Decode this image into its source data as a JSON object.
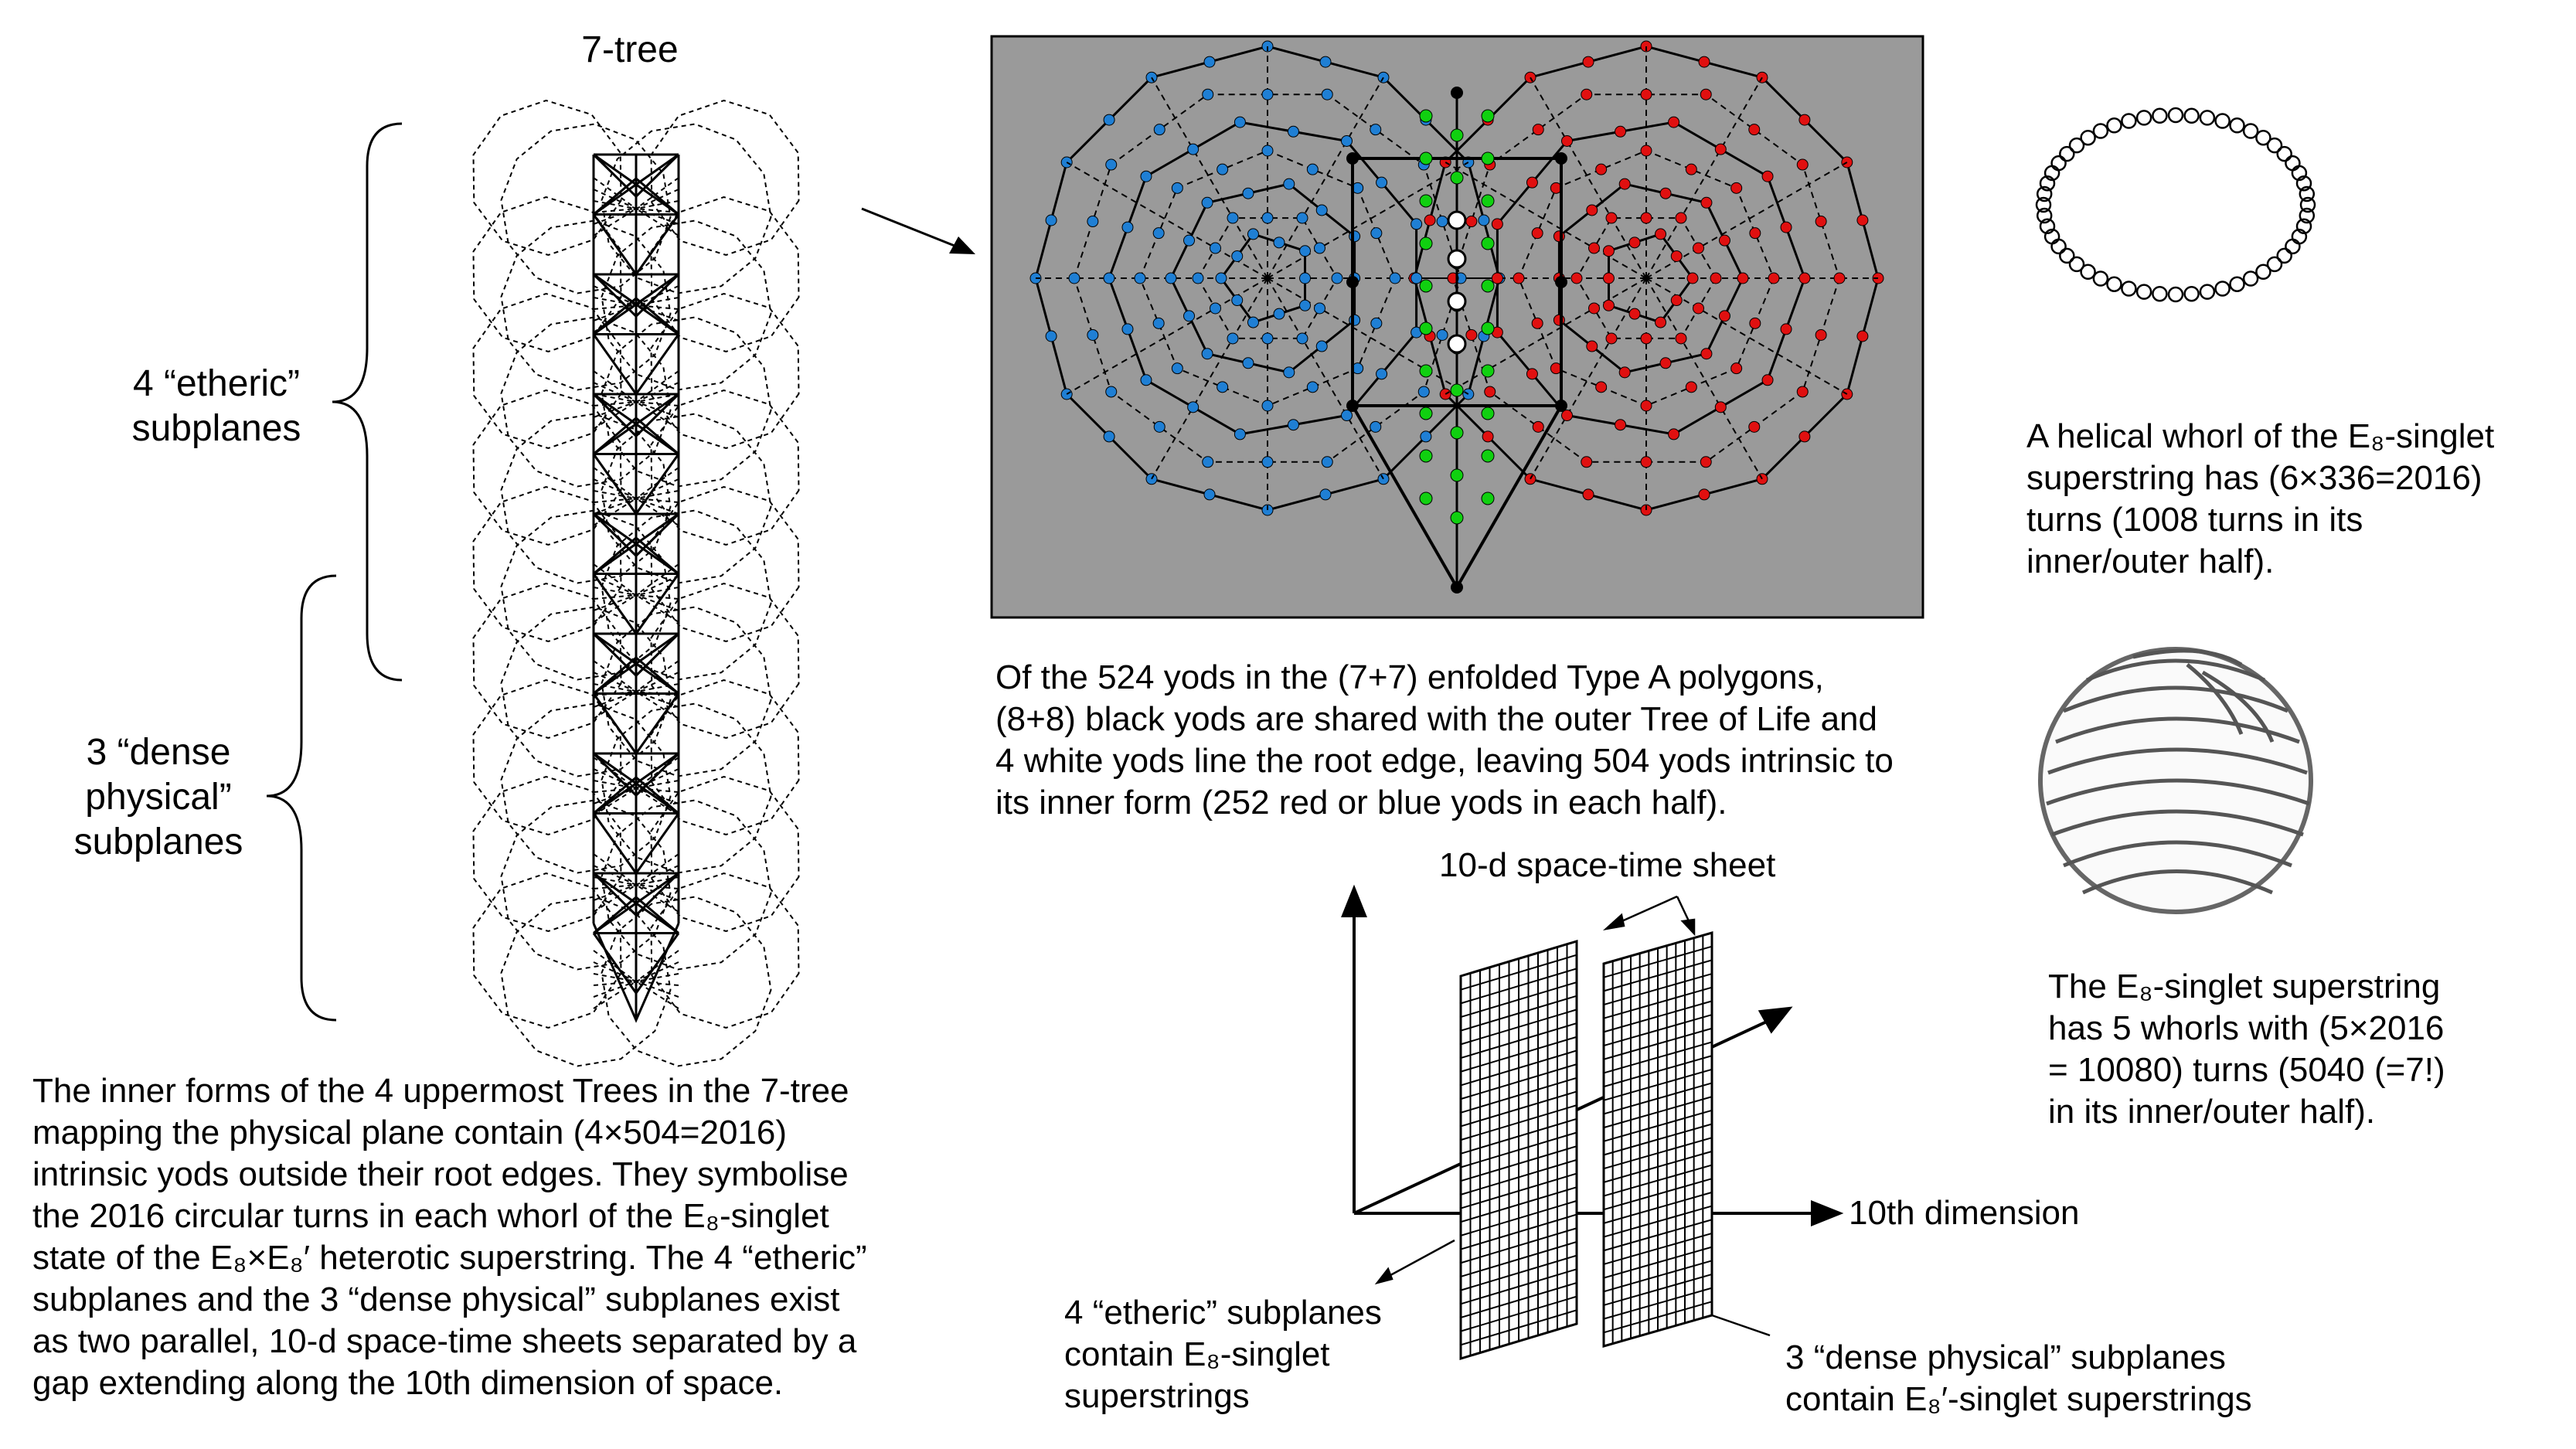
{
  "tree": {
    "title": "7-tree",
    "etheric_label": [
      "4 “etheric”",
      "subplanes"
    ],
    "dense_label": [
      "3 “dense",
      "physical”",
      "subplanes"
    ]
  },
  "bottom_left_paragraph": [
    "The inner forms of the 4 uppermost Trees in the 7-tree",
    "mapping the physical plane contain (4×504=2016)",
    "intrinsic yods outside their root edges. They symbolise",
    "the 2016 circular turns in each whorl of the E₈-singlet",
    "state of the E₈×E₈′ heterotic superstring. The 4 “etheric”",
    "subplanes and the 3 “dense physical” subplanes exist",
    "as two parallel, 10-d space-time sheets separated by a",
    "gap extending along the 10th dimension of space."
  ],
  "polygon_caption": [
    "Of the 524 yods in the (7+7) enfolded Type A polygons,",
    "(8+8) black yods  are shared with the outer Tree of Life and",
    "4 white yods line the root edge, leaving 504 yods intrinsic to",
    "its inner form (252 red or blue yods in each half)."
  ],
  "whorl_caption": [
    "A helical whorl of the E₈-singlet",
    "superstring has (6×336=2016)",
    "turns (1008 turns in its",
    "inner/outer half)."
  ],
  "superstring_caption": [
    "The E₈-singlet superstring",
    "has 5 whorls with (5×2016",
    "= 10080) turns (5040 (=7!)",
    "in its inner/outer half)."
  ],
  "spacetime": {
    "sheet_label": "10-d space-time sheet",
    "axis_label": "10th dimension",
    "etheric_note": [
      "4 “etheric” subplanes",
      "contain E₈-singlet",
      "superstrings"
    ],
    "dense_note": [
      "3 “dense physical” subplanes",
      "contain E₈′-singlet superstrings"
    ]
  },
  "colors": {
    "panel_bg": "#9a9a9a",
    "blue_yod": "#1f7fd4",
    "red_yod": "#e01010",
    "green_yod": "#10d010",
    "ink": "#000000"
  }
}
